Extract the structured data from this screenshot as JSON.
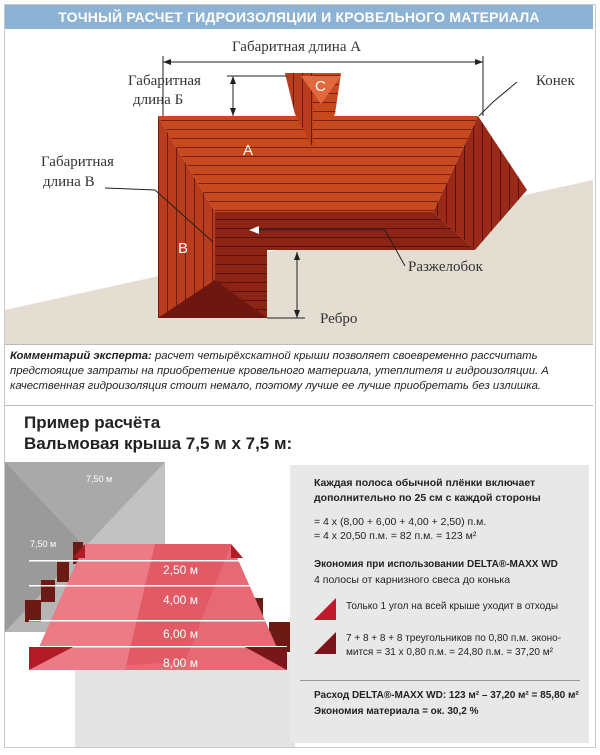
{
  "title": "ТОЧНЫЙ РАСЧЕТ ГИДРОИЗОЛЯЦИИ И КРОВЕЛЬНОГО МАТЕРИАЛА",
  "diagram": {
    "labels": {
      "length_a": "Габаритная длина А",
      "length_b_line1": "Габаритная",
      "length_b_line2": "длина Б",
      "length_v_line1": "Габаритная",
      "length_v_line2": "длина В",
      "ridge": "Конек",
      "valley": "Разжелобок",
      "hip": "Ребро"
    },
    "facets": {
      "a": "A",
      "b": "B",
      "c": "C"
    },
    "colors": {
      "roof_light": "#c8461f",
      "roof_mid": "#a8321a",
      "roof_dark": "#7a1b12",
      "ground": "#e4ddd2"
    }
  },
  "comment": {
    "lead": "Комментарий эксперта:",
    "text": " расчет четырёхскатной крыши позволяет своевременно рассчитать предстоящие затраты на приобретение кровельного материала, утеплителя и гидроизоляции. А качественная гидроизоляция стоит немало, поэтому лучше ее лучше приобретать без излишка."
  },
  "example": {
    "title_line1": "Пример расчёта",
    "title_line2": "Вальмовая крыша 7,5 м х 7,5 м:"
  },
  "roof_plan": {
    "side_top": "7,50 м",
    "side_left": "7,50 м",
    "strips": [
      "2,50 м",
      "4,00 м",
      "6,00 м",
      "8,00 м"
    ]
  },
  "info": {
    "heading_line1": "Каждая полоса обычной плёнки включает",
    "heading_line2": "дополнительно по 25 см с каждой стороны",
    "formula_line1": "= 4 х (8,00 + 6,00 + 4,00 + 2,50) п.м.",
    "formula_line2": "= 4 х 20,50 п.м. = 82 п.м. = 123 м²",
    "economy_heading": "Экономия при использовании  DELTA®-MAXX WD",
    "economy_sub": "4 полосы от карнизного свеса до конька",
    "item1": "Только 1 угол на всей крыше уходит в отходы",
    "item2_line1": "7 + 8 + 8 + 8 треугольников по 0,80 п.м. эконо-",
    "item2_line2": "мится = 31 х 0,80 п.м. = 24,80 п.м. = 37,20 м²",
    "total_line1": "Расход DELTA®-MAXX WD: 123 м² – 37,20 м² = 85,80 м²",
    "total_line2": "Экономия материала = ок. 30,2 %"
  }
}
